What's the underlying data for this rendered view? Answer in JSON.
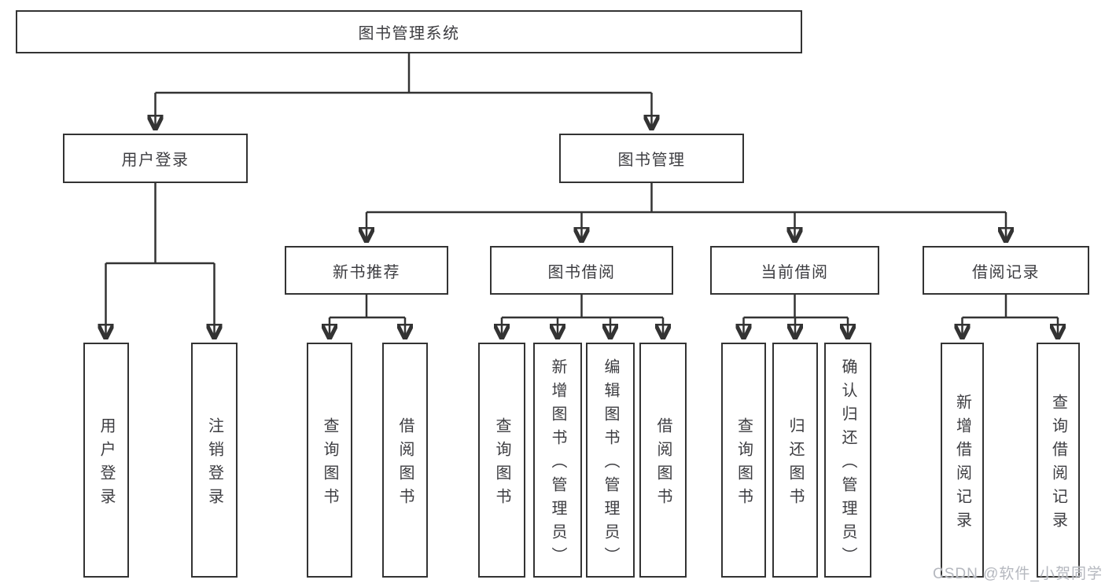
{
  "diagram": {
    "title": "图书管理系统",
    "tree": {
      "root": {
        "label": "图书管理系统",
        "children": [
          {
            "label": "用户登录",
            "children": [
              {
                "label": "用户登录"
              },
              {
                "label": "注销登录"
              }
            ]
          },
          {
            "label": "图书管理",
            "children": [
              {
                "label": "新书推荐",
                "children": [
                  {
                    "label": "查询图书"
                  },
                  {
                    "label": "借阅图书"
                  }
                ]
              },
              {
                "label": "图书借阅",
                "children": [
                  {
                    "label": "查询图书"
                  },
                  {
                    "label": "新增图书（管理员）"
                  },
                  {
                    "label": "编辑图书（管理员）"
                  },
                  {
                    "label": "借阅图书"
                  }
                ]
              },
              {
                "label": "当前借阅",
                "children": [
                  {
                    "label": "查询图书"
                  },
                  {
                    "label": "归还图书"
                  },
                  {
                    "label": "确认归还（管理员）"
                  }
                ]
              },
              {
                "label": "借阅记录",
                "children": [
                  {
                    "label": "新增借阅记录"
                  },
                  {
                    "label": "查询借阅记录"
                  }
                ]
              }
            ]
          }
        ]
      }
    },
    "colors": {
      "line": "#333333",
      "text": "#3d3d41",
      "background": "#ffffff",
      "watermark": "#b5b8bf"
    }
  },
  "watermark": "CSDN @软件_小贺同学"
}
